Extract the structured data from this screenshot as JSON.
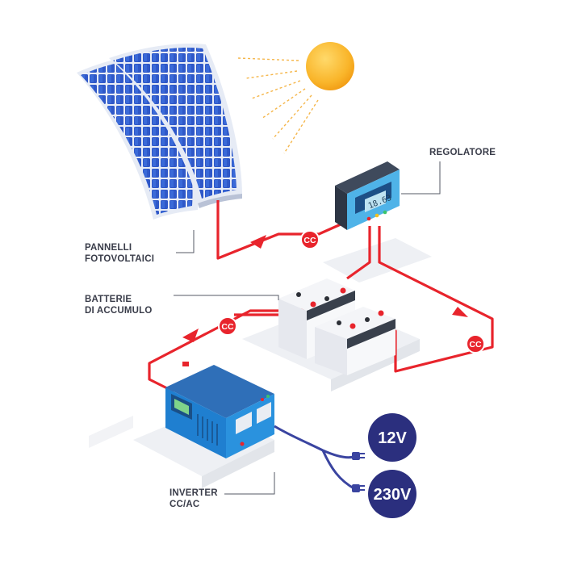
{
  "labels": {
    "panels_line1": "PANNELLI",
    "panels_line2": "FOTOVOLTAICI",
    "regulator": "REGOLATORE",
    "batteries_line1": "BATTERIE",
    "batteries_line2": "DI ACCUMULO",
    "inverter_line1": "INVERTER",
    "inverter_line2": "CC/AC"
  },
  "connections": {
    "cc_panel_regulator": "CC",
    "cc_regulator_battery": "CC",
    "cc_battery_inverter": "CC"
  },
  "regulator_display": "18.63",
  "outputs": {
    "low_voltage": "12V",
    "high_voltage": "230V"
  },
  "colors": {
    "wire": "#e8242c",
    "cable": "#3a44a0",
    "badge": "#2b2f7e",
    "sun": "#f7a91c",
    "panel": "#2a4fc0",
    "inverter": "#1f7fd0"
  },
  "icons": {
    "sun": "sun-icon",
    "plug": "plug-icon"
  }
}
